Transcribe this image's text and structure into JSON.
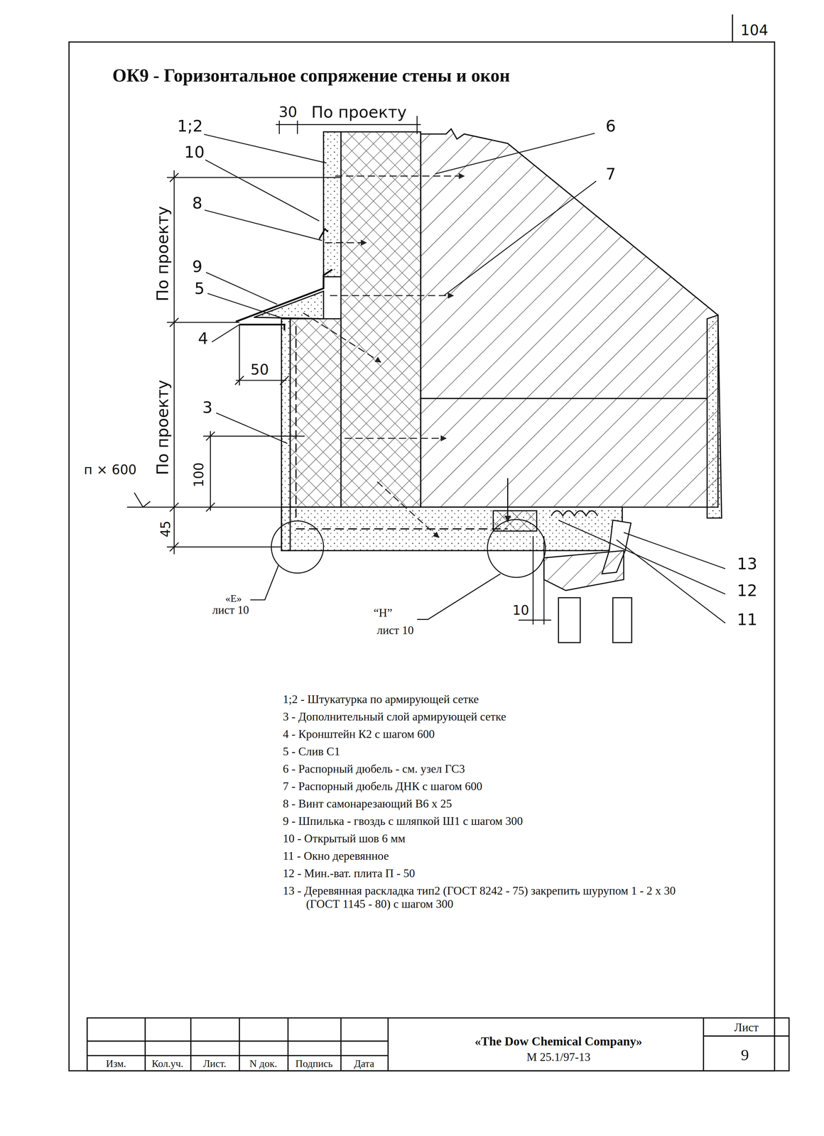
{
  "diagram": {
    "title": "ОК9 - Горизонтальное сопряжение стены и окон",
    "labels": [
      "104",
      "1;2",
      "30",
      "По проекту",
      "6",
      "10",
      "7",
      "8",
      "9",
      "5",
      "4",
      "По проекту",
      "По проекту",
      "50",
      "3",
      "п × 600",
      "100",
      "45",
      "«E»",
      "лист 10",
      "“H”",
      "лист 10",
      "10",
      "13",
      "12",
      "11",
      "1;2 - Штукатурка по армирующей сетке",
      "3 - Дополнительный слой армирующей сетке",
      "4 - Кронштейн К2 с шагом 600",
      "5 - Слив С1",
      "6 - Распорный дюбель - см. узел ГС3",
      "7 - Распорный дюбель ДНК с шагом 600",
      "8 - Винт самонарезающий В6 х 25",
      "9 - Шпилька - гвоздь с шляпкой Ш1 с шагом 300",
      "10 - Открытый шов 6 мм",
      "11 - Окно деревянное",
      "12 - Мин.-ват. плита П - 50",
      "13 - Деревянная раскладка тип2 (ГОСТ 8242 - 75) закрепить шурупом 1 - 2 х 30 (ГОСТ 1145 - 80) с шагом 300",
      "Изм.",
      "Кол.уч.",
      "Лист.",
      "N док.",
      "Подпись",
      "Дата",
      "«The Dow Chemical Company»",
      "М 25.1/97-13",
      "Лист",
      "9"
    ]
  }
}
